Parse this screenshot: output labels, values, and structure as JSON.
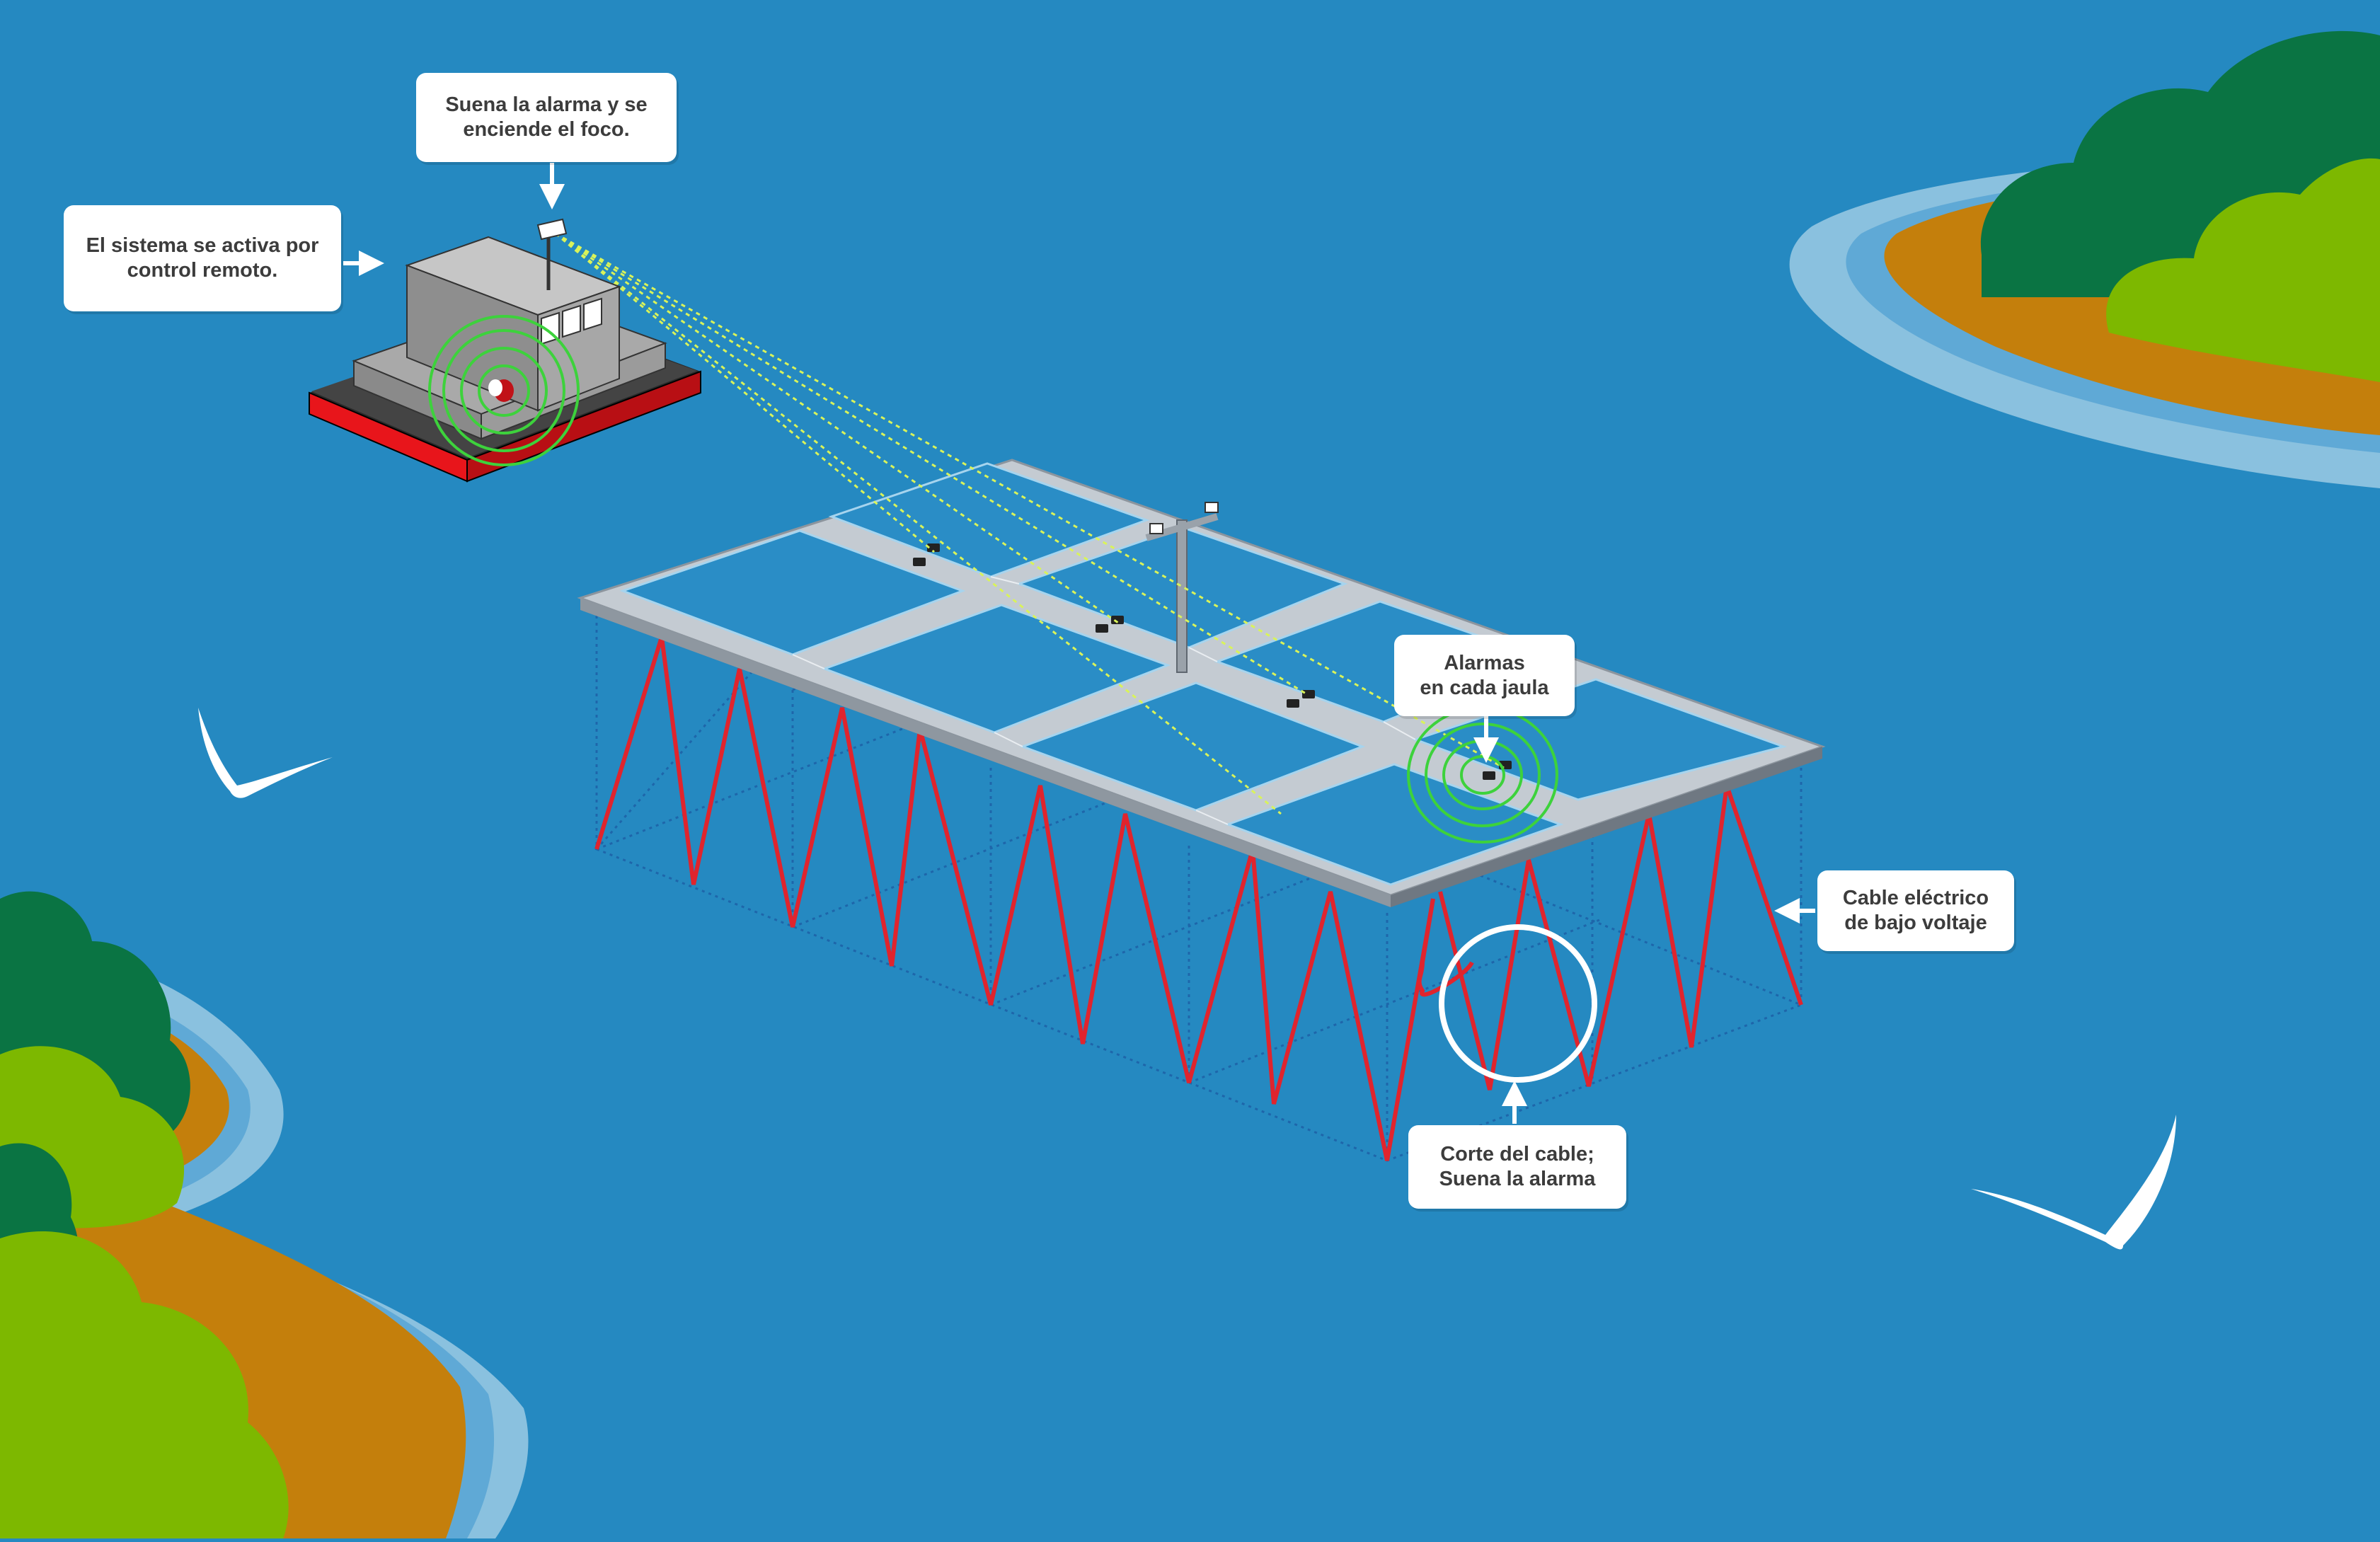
{
  "labels": {
    "remote": [
      "El sistema se activa por",
      "control remoto."
    ],
    "alarm_light": [
      "Suena la alarma y se",
      "enciende el foco."
    ],
    "cage_alarms": [
      "Alarmas",
      "en cada jaula"
    ],
    "cable": [
      "Cable eléctrico",
      "de bajo voltaje"
    ],
    "cut": [
      "Corte del cable;",
      "Suena la alarma"
    ]
  },
  "colors": {
    "water": "#2589C1",
    "sand": "#C47F0C",
    "foam": "#9CCBE4",
    "tree_dark": "#0A7443",
    "tree_light": "#7DB800",
    "boat_hull": "#E8151B",
    "frame": "#C4CBD2",
    "cable": "#E0242D",
    "signal": "#3DD23C",
    "laser": "#D9F35A"
  },
  "icons": [
    "seagull-icon",
    "seagull-icon",
    "alarm-light-icon",
    "floodlight-icon",
    "arrow-icon"
  ]
}
